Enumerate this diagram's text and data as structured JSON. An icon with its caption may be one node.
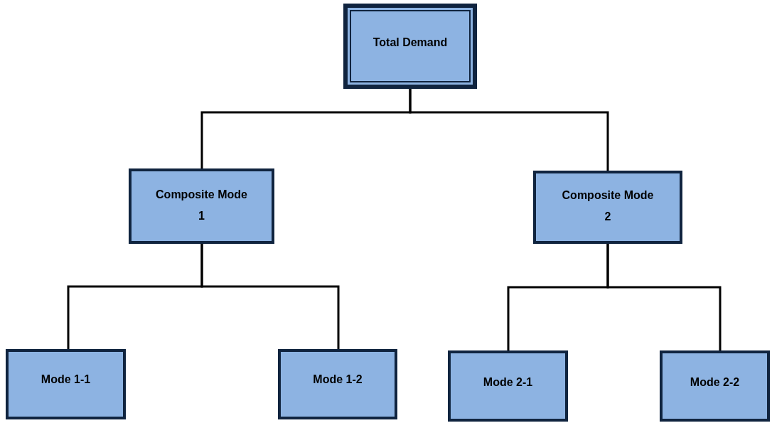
{
  "diagram": {
    "nodes": [
      {
        "text": [
          "Total Demand"
        ]
      },
      {
        "text": [
          "Composite Mode 1"
        ]
      },
      {
        "text": [
          "Composite Mode 2"
        ]
      },
      {
        "text": [
          "Mode 1-1"
        ]
      },
      {
        "text": [
          "Mode 1-2"
        ]
      },
      {
        "text": [
          "Mode 2-1"
        ]
      },
      {
        "text": [
          "Mode 2-2"
        ]
      }
    ],
    "edges": [
      {
        "from": 0,
        "to": 1,
        "arrow": "none"
      },
      {
        "from": 0,
        "to": 2,
        "arrow": "none"
      },
      {
        "from": 1,
        "to": 3,
        "arrow": "none"
      },
      {
        "from": 1,
        "to": 4,
        "arrow": "none"
      },
      {
        "from": 2,
        "to": 5,
        "arrow": "none"
      },
      {
        "from": 2,
        "to": 6,
        "arrow": "none"
      }
    ]
  }
}
